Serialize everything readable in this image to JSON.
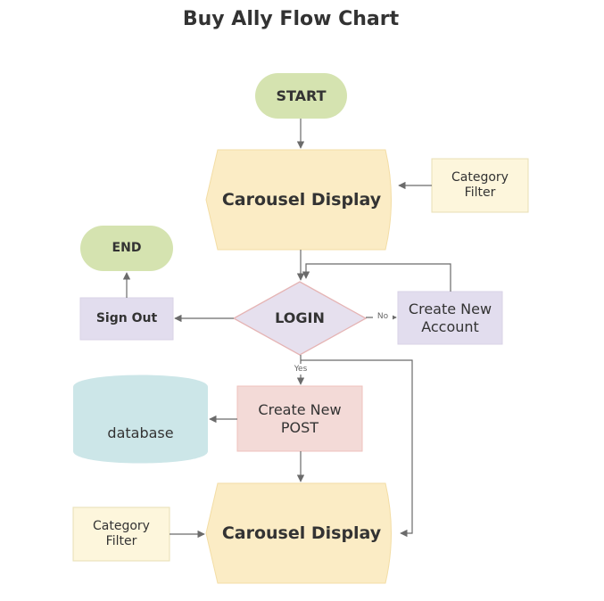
{
  "title": "Buy Ally Flow Chart",
  "nodes": {
    "start": "START",
    "end": "END",
    "carousel_top": "Carousel Display",
    "category_filter_top": "Category\nFilter",
    "login": "LOGIN",
    "sign_out": "Sign Out",
    "create_account": "Create New\nAccount",
    "database": "database",
    "create_post": "Create New\nPOST",
    "carousel_bottom": "Carousel Display",
    "category_filter_bottom": "Category\nFilter"
  },
  "edge_labels": {
    "no": "No",
    "yes": "Yes"
  },
  "colors": {
    "terminal": "#d5e3b0",
    "display": "#fbecc5",
    "note": "#fdf6dc",
    "decision": "#e6e0ee",
    "process_purple": "#e2ddee",
    "process_pink": "#f3dad7",
    "database": "#cce6e8",
    "line": "#6b6b6b"
  }
}
